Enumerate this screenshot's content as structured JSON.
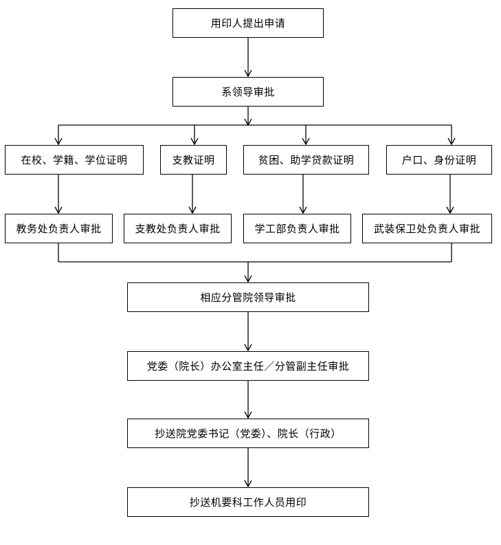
{
  "flow": {
    "step_apply": "用印人提出申请",
    "step_dept_approval": "系领导审批",
    "certificates": [
      "在校、学籍、学位证明",
      "支教证明",
      "贫困、助学贷款证明",
      "户口、身份证明"
    ],
    "approvers": [
      "教务处负责人审批",
      "支教处负责人审批",
      "学工部负责人审批",
      "武装保卫处负责人审批"
    ],
    "step_leader_approval": "相应分管院领导审批",
    "step_office_approval": "党委（院长）办公室主任／分管副主任审批",
    "step_copy": "抄送院党委书记（党委）、院长（行政）",
    "step_seal": "抄送机要科工作人员用印"
  }
}
